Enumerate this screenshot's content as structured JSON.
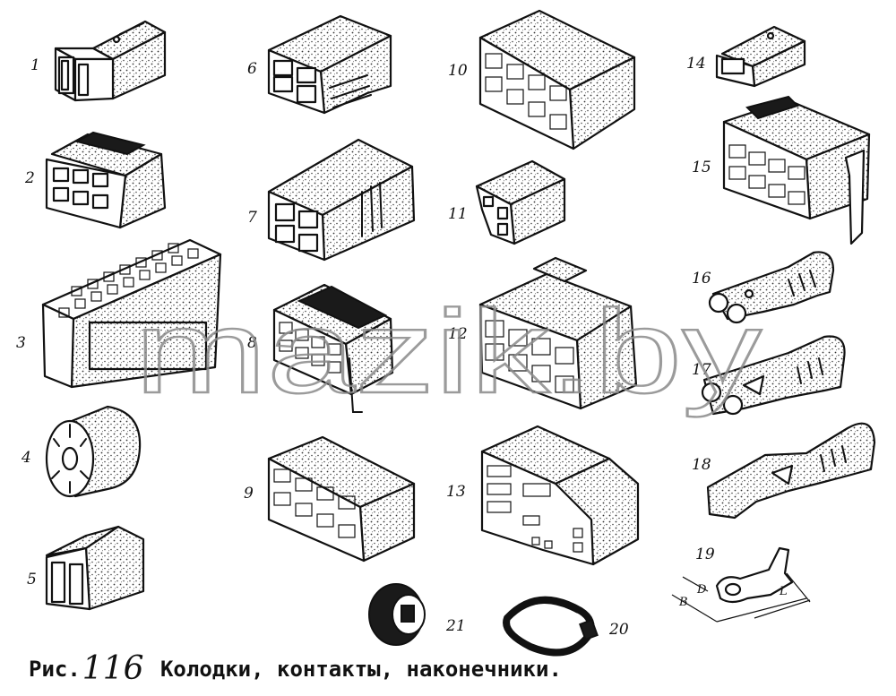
{
  "figure": {
    "labels": [
      "1",
      "2",
      "3",
      "4",
      "5",
      "6",
      "7",
      "8",
      "9",
      "10",
      "11",
      "12",
      "13",
      "14",
      "15",
      "16",
      "17",
      "18",
      "19",
      "20",
      "21"
    ],
    "dimension_labels": [
      "B",
      "D",
      "L"
    ],
    "watermark": "mazik.by",
    "caption": {
      "prefix": "Рис.",
      "number": "116",
      "text": "Колодки, контакты, наконечники."
    }
  }
}
